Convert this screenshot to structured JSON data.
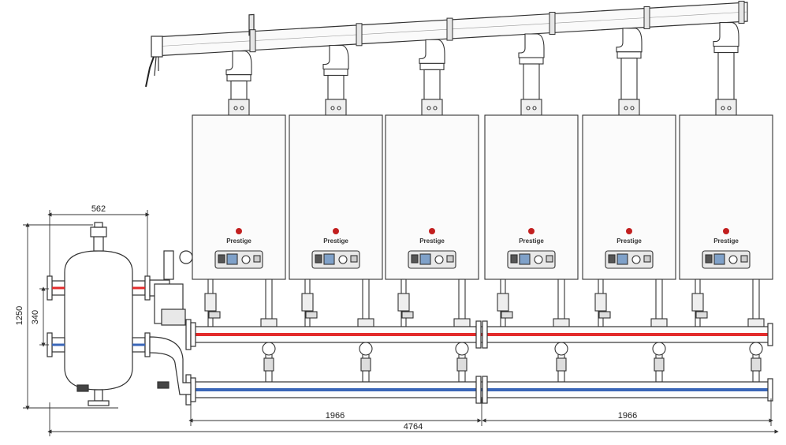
{
  "brand": {
    "name": "Prestige"
  },
  "boilers": [
    {
      "brand": "Prestige"
    },
    {
      "brand": "Prestige"
    },
    {
      "brand": "Prestige"
    },
    {
      "brand": "Prestige"
    },
    {
      "brand": "Prestige"
    },
    {
      "brand": "Prestige"
    }
  ],
  "dimensions": {
    "separator_width": "562",
    "separator_height": "1250",
    "nozzle_spacing": "340",
    "manifold_section_1": "1966",
    "manifold_section_2": "1966",
    "overall_length": "4764"
  },
  "colors": {
    "supply": "#e32b2b",
    "return": "#3a66b8",
    "line": "#333333",
    "logo": "#c21f1f"
  }
}
